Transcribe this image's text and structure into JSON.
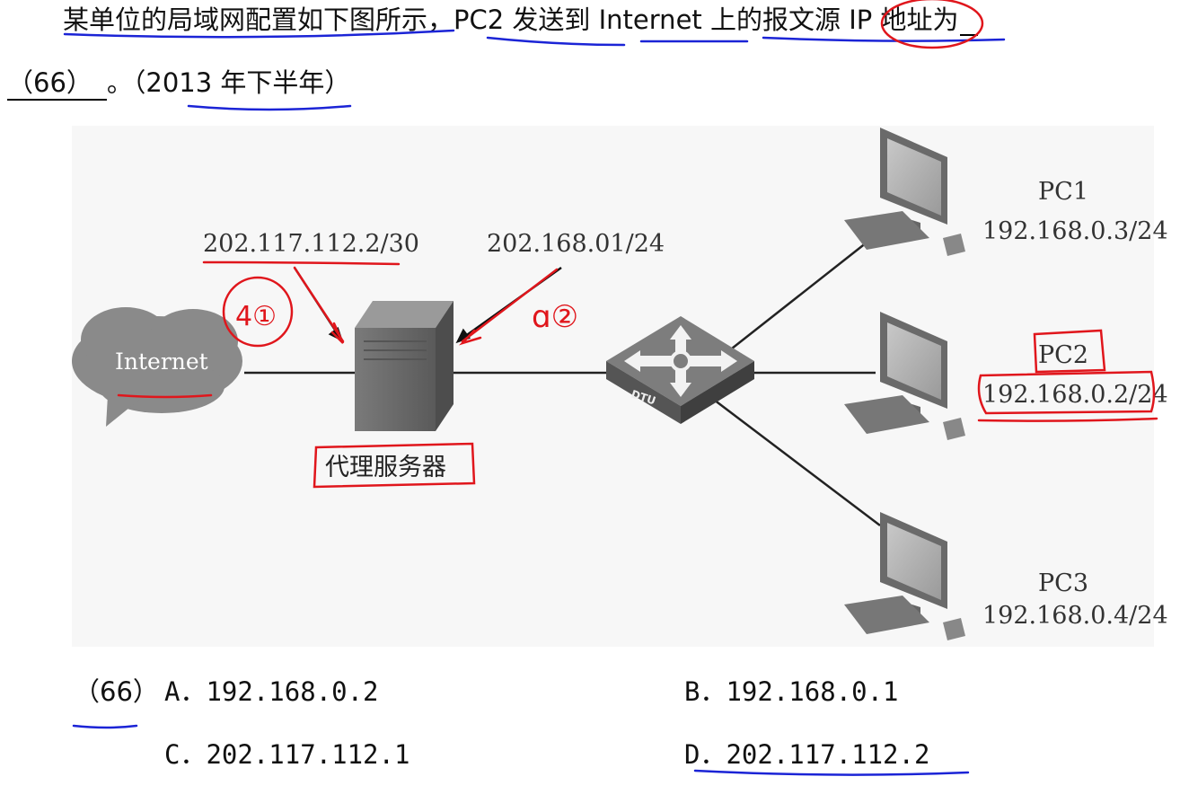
{
  "question": {
    "line1": "某单位的局域网配置如下图所示，PC2 发送到 Internet 上的报文源 IP 地址为",
    "number": "（66）",
    "line2_rest": "。（2013 年下半年）"
  },
  "diagram": {
    "cloud_label": "Internet",
    "proxy_wan_ip": "202.117.112.2/30",
    "proxy_lan_ip": "202.168.01/24",
    "proxy_label": "代理服务器",
    "switch_label": "DTU",
    "pcs": [
      {
        "name": "PC1",
        "ip": "192.168.0.3/24"
      },
      {
        "name": "PC2",
        "ip": "192.168.0.2/24"
      },
      {
        "name": "PC3",
        "ip": "192.168.0.4/24"
      }
    ]
  },
  "annotations": {
    "wan_note": "4①",
    "lan_note": "ɑ②",
    "ink_color": "#e0161c",
    "underline_color": "#1b24d6"
  },
  "options": {
    "number": "（66）",
    "a": "A．192.168.0.2",
    "b": "B．192.168.0.1",
    "c": "C．202.117.112.1",
    "d": "D．202.117.112.2"
  }
}
